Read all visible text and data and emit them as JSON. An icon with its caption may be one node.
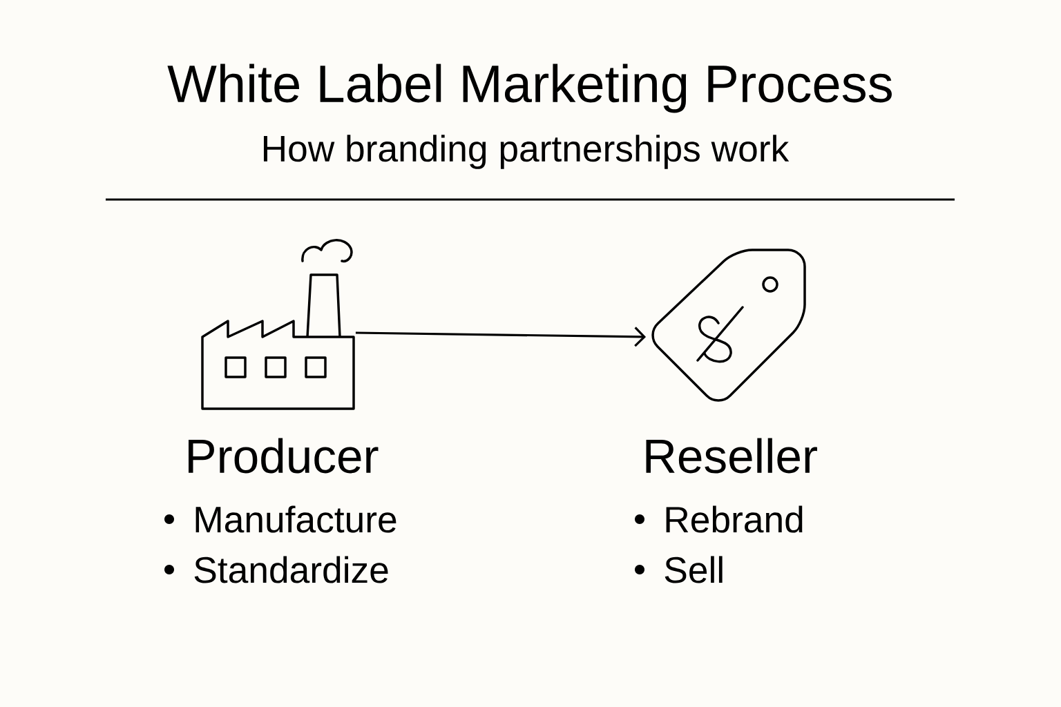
{
  "diagram": {
    "title": "White Label Marketing Process",
    "nodes": [
      {
        "text": [],
        "shape": "picture",
        "beside": [
          "Producer",
          "Manufacture",
          "Standardize"
        ]
      },
      {
        "text": [],
        "shape": "picture",
        "beside": [
          "Reseller",
          "Rebrand",
          "Sell"
        ]
      }
    ],
    "edges": [
      {
        "from": 0,
        "to": 1,
        "arrow": "to"
      }
    ],
    "labels": [
      "How branding partnerships work"
    ]
  }
}
